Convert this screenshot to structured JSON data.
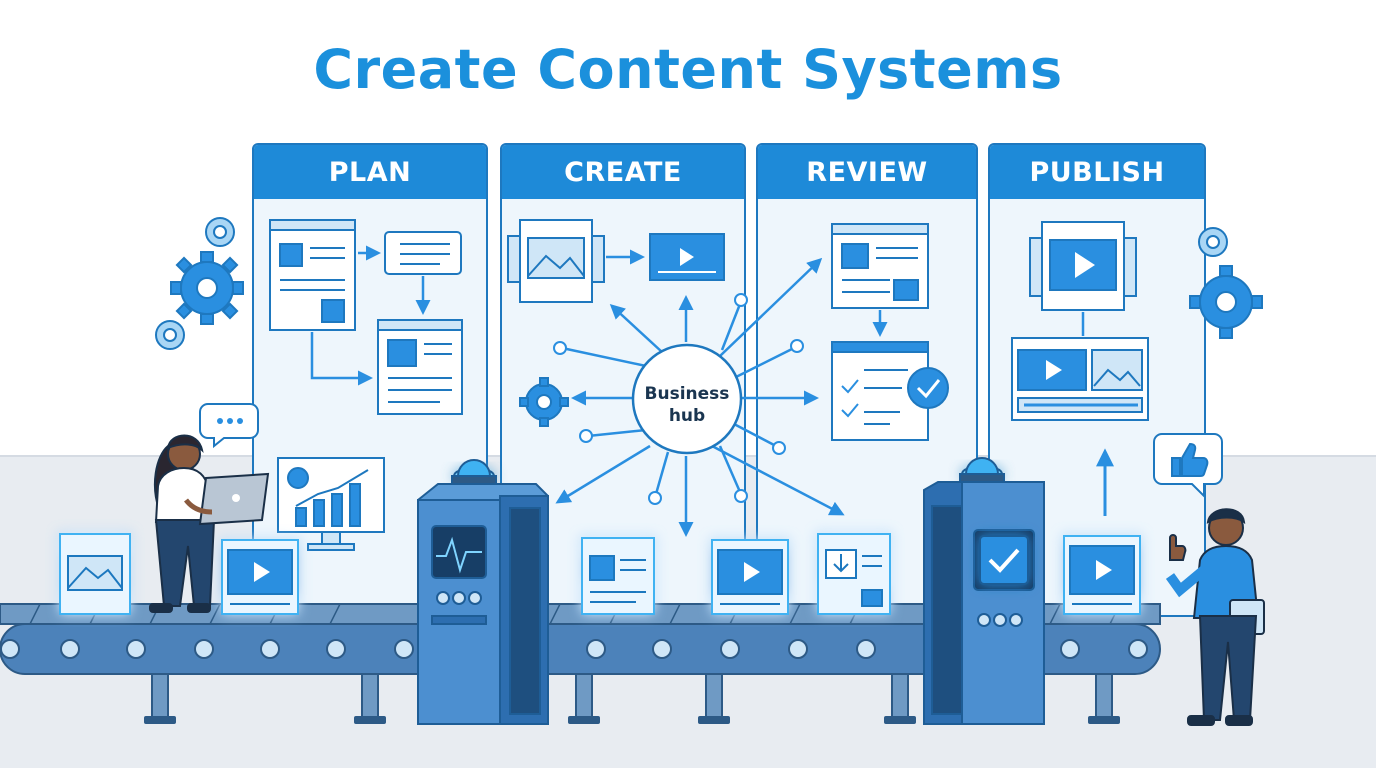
{
  "title": "Create Content Systems",
  "stages": [
    {
      "label": "PLAN"
    },
    {
      "label": "CREATE"
    },
    {
      "label": "REVIEW"
    },
    {
      "label": "PUBLISH"
    }
  ],
  "hub": {
    "label": "Business hub"
  },
  "colors": {
    "title": "#1b90dc",
    "header": "#1e8ad8",
    "outline": "#1e78bf",
    "panel_fill": "#eef6fc",
    "accent": "#2a8fe0",
    "glow": "#7fd4ff",
    "floor": "#e8ecf1"
  }
}
